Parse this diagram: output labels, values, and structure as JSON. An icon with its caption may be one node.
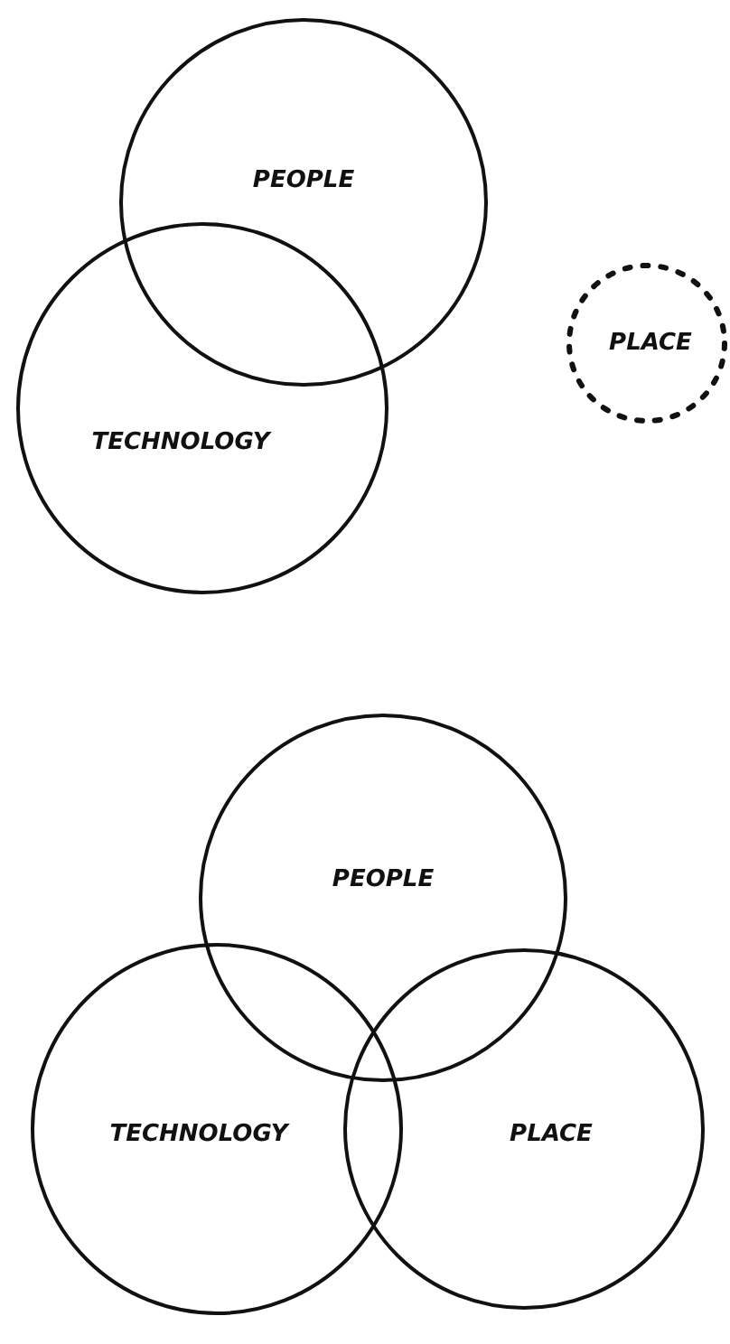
{
  "diagram": {
    "nodes": [
      {
        "text": [
          "PEOPLE"
        ]
      },
      {
        "text": [
          "TECHNOLOGY"
        ]
      },
      {
        "text": [
          "PLACE"
        ]
      },
      {
        "text": [
          "PEOPLE"
        ]
      },
      {
        "text": [
          "TECHNOLOGY"
        ]
      },
      {
        "text": [
          "PLACE"
        ]
      }
    ]
  }
}
